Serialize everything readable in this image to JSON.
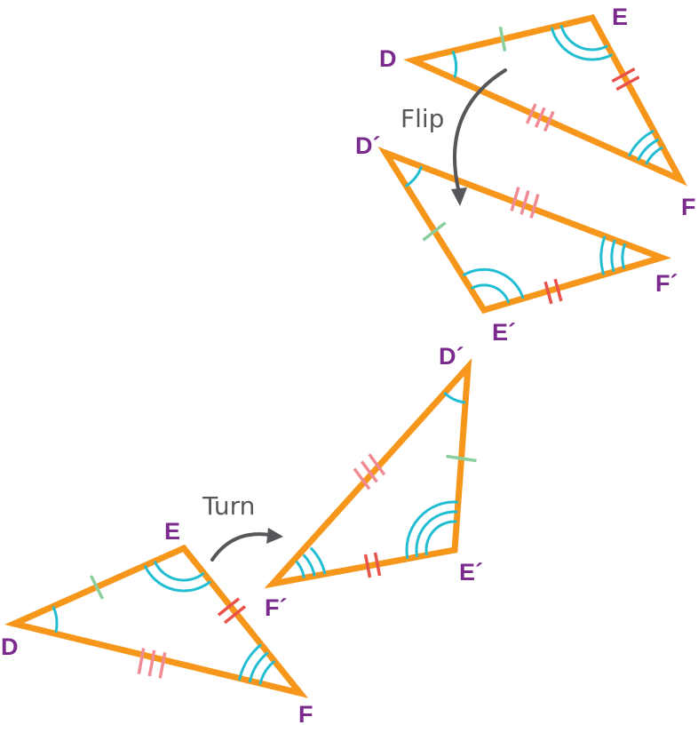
{
  "actions": {
    "flip": "Flip",
    "turn": "Turn"
  },
  "labels": {
    "original_top": {
      "D": "D",
      "E": "E",
      "F": "F"
    },
    "flipped": {
      "D": "D´",
      "E": "E´",
      "F": "F´"
    },
    "turned": {
      "D": "D´",
      "E": "E´",
      "F": "F´"
    },
    "original_bottom": {
      "D": "D",
      "E": "E",
      "F": "F"
    }
  },
  "colors": {
    "triangle_stroke": "#F6961A",
    "angle_arcs": "#22BDD2",
    "tick_single": "#8ACE9E",
    "tick_double": "#E8524A",
    "tick_triple": "#F08B93",
    "vertex_labels": "#7B2A8E",
    "arrows": "#55575A"
  }
}
